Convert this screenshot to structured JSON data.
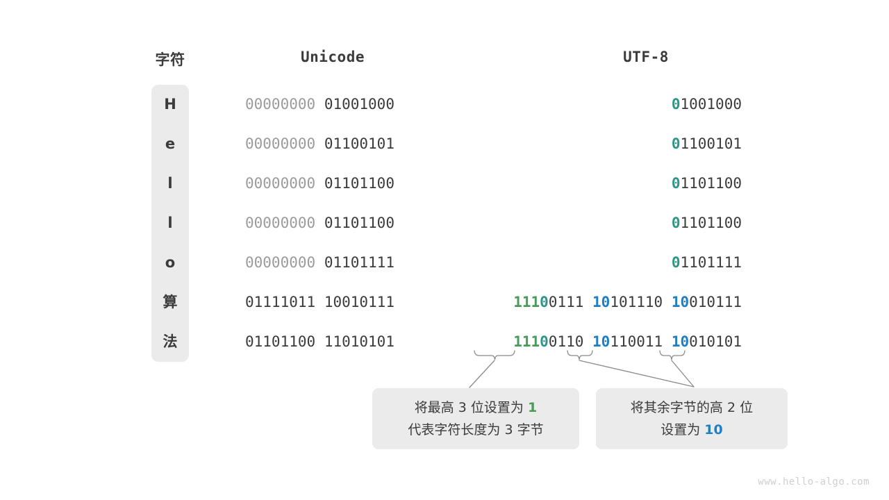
{
  "headers": {
    "char": "字符",
    "unicode": "Unicode",
    "utf8": "UTF-8"
  },
  "rows": [
    {
      "char": "H",
      "unicode_hi": "00000000",
      "unicode_lo": "01001000",
      "utf8_bytes": [
        {
          "prefix": "0",
          "prefix_color": "teal",
          "rest": "1001000"
        }
      ]
    },
    {
      "char": "e",
      "unicode_hi": "00000000",
      "unicode_lo": "01100101",
      "utf8_bytes": [
        {
          "prefix": "0",
          "prefix_color": "teal",
          "rest": "1100101"
        }
      ]
    },
    {
      "char": "l",
      "unicode_hi": "00000000",
      "unicode_lo": "01101100",
      "utf8_bytes": [
        {
          "prefix": "0",
          "prefix_color": "teal",
          "rest": "1101100"
        }
      ]
    },
    {
      "char": "l",
      "unicode_hi": "00000000",
      "unicode_lo": "01101100",
      "utf8_bytes": [
        {
          "prefix": "0",
          "prefix_color": "teal",
          "rest": "1101100"
        }
      ]
    },
    {
      "char": "o",
      "unicode_hi": "00000000",
      "unicode_lo": "01101111",
      "utf8_bytes": [
        {
          "prefix": "0",
          "prefix_color": "teal",
          "rest": "1101111"
        }
      ]
    },
    {
      "char": "算",
      "unicode_hi": "01111011",
      "unicode_lo": "10010111",
      "utf8_bytes": [
        {
          "prefix": "111",
          "prefix_color": "green",
          "prefix2": "0",
          "prefix2_color": "teal",
          "rest": "0111"
        },
        {
          "prefix": "10",
          "prefix_color": "blue",
          "rest": "101110"
        },
        {
          "prefix": "10",
          "prefix_color": "blue",
          "rest": "010111"
        }
      ]
    },
    {
      "char": "法",
      "unicode_hi": "01101100",
      "unicode_lo": "11010101",
      "utf8_bytes": [
        {
          "prefix": "111",
          "prefix_color": "green",
          "prefix2": "0",
          "prefix2_color": "teal",
          "rest": "0110"
        },
        {
          "prefix": "10",
          "prefix_color": "blue",
          "rest": "110011"
        },
        {
          "prefix": "10",
          "prefix_color": "blue",
          "rest": "010101"
        }
      ]
    }
  ],
  "annotations": {
    "left": {
      "line1_a": "将最高 3 位设置为 ",
      "line1_highlight": "1",
      "line2": "代表字符长度为 3 字节"
    },
    "right": {
      "line1": "将其余字节的高 2 位",
      "line2_a": "设置为 ",
      "line2_highlight": "10"
    }
  },
  "watermark": "www.hello-algo.com",
  "colors": {
    "dim": "#9b9b9b",
    "dark": "#3b3b3b",
    "teal": "#2d9688",
    "green": "#4a9a59",
    "blue": "#1f7ec4",
    "pill": "#ebebeb"
  }
}
